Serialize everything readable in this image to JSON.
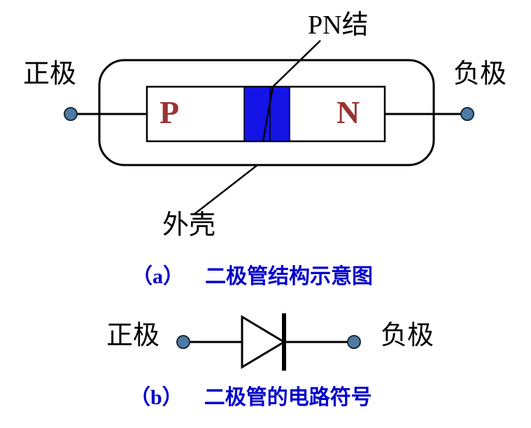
{
  "figure_a": {
    "pn_junction_label": "PN结",
    "anode_label": "正极",
    "cathode_label": "负极",
    "p_region_label": "P",
    "n_region_label": "N",
    "shell_label": "外壳",
    "caption_index": "（a）",
    "caption_text": "二极管结构示意图"
  },
  "figure_b": {
    "anode_label": "正极",
    "cathode_label": "负极",
    "caption_index": "（b）",
    "caption_text": "二极管的电路符号"
  },
  "colors": {
    "junction_fill": "#1414e6",
    "region_letter_color": "#993333",
    "caption_color": "#0000cc",
    "terminal_fill": "#4d7ba6",
    "line_color": "#000000"
  }
}
